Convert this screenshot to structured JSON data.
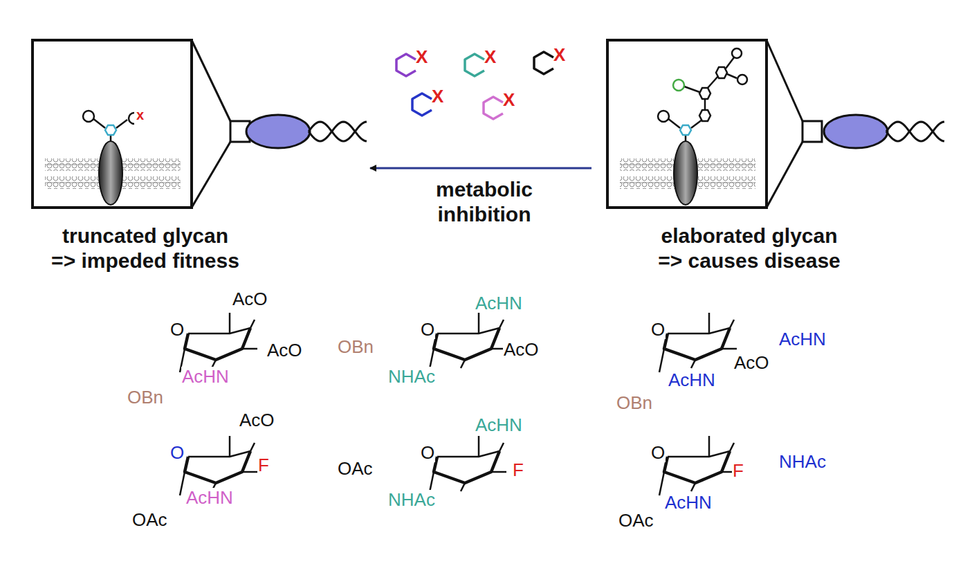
{
  "diagram": {
    "nodes": [
      {
        "text": [
          "truncated glycan => impeded fitness"
        ]
      },
      {
        "text": [
          "elaborated glycan => causes disease"
        ]
      }
    ],
    "edges": [
      {
        "from": 1,
        "to": 0,
        "arrow": "to",
        "label": "metabolic inhibition"
      }
    ],
    "labels": [
      "X",
      "X",
      "X",
      "X",
      "X",
      "x",
      "O",
      "AcO",
      "AcO",
      "AcHN",
      "OBn",
      "AcHN",
      "OBn",
      "O",
      "AcO",
      "NHAc",
      "O",
      "AcHN",
      "AcO",
      "AcHN",
      "OBn",
      "AcO",
      "O",
      "F",
      "AcHN",
      "OAc",
      "AcHN",
      "O",
      "OAc",
      "F",
      "NHAc",
      "O",
      "NHAc",
      "F",
      "AcHN",
      "OAc"
    ]
  }
}
